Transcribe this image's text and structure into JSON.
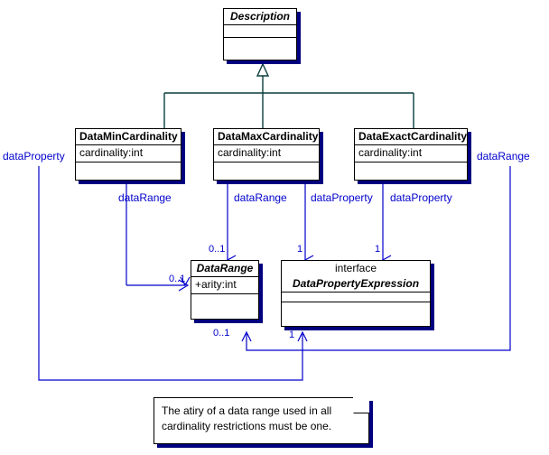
{
  "diagram": {
    "type": "uml-class-diagram",
    "colors": {
      "background": "#ffffff",
      "box_border": "#000000",
      "box_shadow": "#000080",
      "generalization_line": "#0a3d3d",
      "association_line": "#0000cc",
      "label_text": "#0000cc",
      "body_text": "#000000"
    }
  },
  "classes": {
    "description": {
      "name": "Description",
      "style": "abstract",
      "attributes": []
    },
    "data_min_cardinality": {
      "name": "DataMinCardinality",
      "style": "concrete",
      "attributes": [
        "cardinality:int"
      ]
    },
    "data_max_cardinality": {
      "name": "DataMaxCardinality",
      "style": "concrete",
      "attributes": [
        "cardinality:int"
      ]
    },
    "data_exact_cardinality": {
      "name": "DataExactCardinality",
      "style": "concrete",
      "attributes": [
        "cardinality:int"
      ]
    },
    "data_range": {
      "name": "DataRange",
      "style": "abstract",
      "attributes": [
        "+arity:int"
      ]
    },
    "data_property_expression": {
      "stereotype": "interface",
      "name": "DataPropertyExpression",
      "style": "abstract",
      "attributes": []
    }
  },
  "edge_labels": {
    "left_data_property": "dataProperty",
    "right_data_range": "dataRange",
    "min_data_range": "dataRange",
    "max_data_range": "dataRange",
    "max_data_property": "dataProperty",
    "exact_data_property": "dataProperty"
  },
  "multiplicities": {
    "max_to_range": "0..1",
    "max_to_property": "1",
    "exact_to_property": "1",
    "min_to_range": "0..1",
    "bottom_to_range": "0..1",
    "bottom_to_property": "1"
  },
  "note": {
    "text": "The atiry of a data range used in all\ncardinality restrictions must be one."
  }
}
